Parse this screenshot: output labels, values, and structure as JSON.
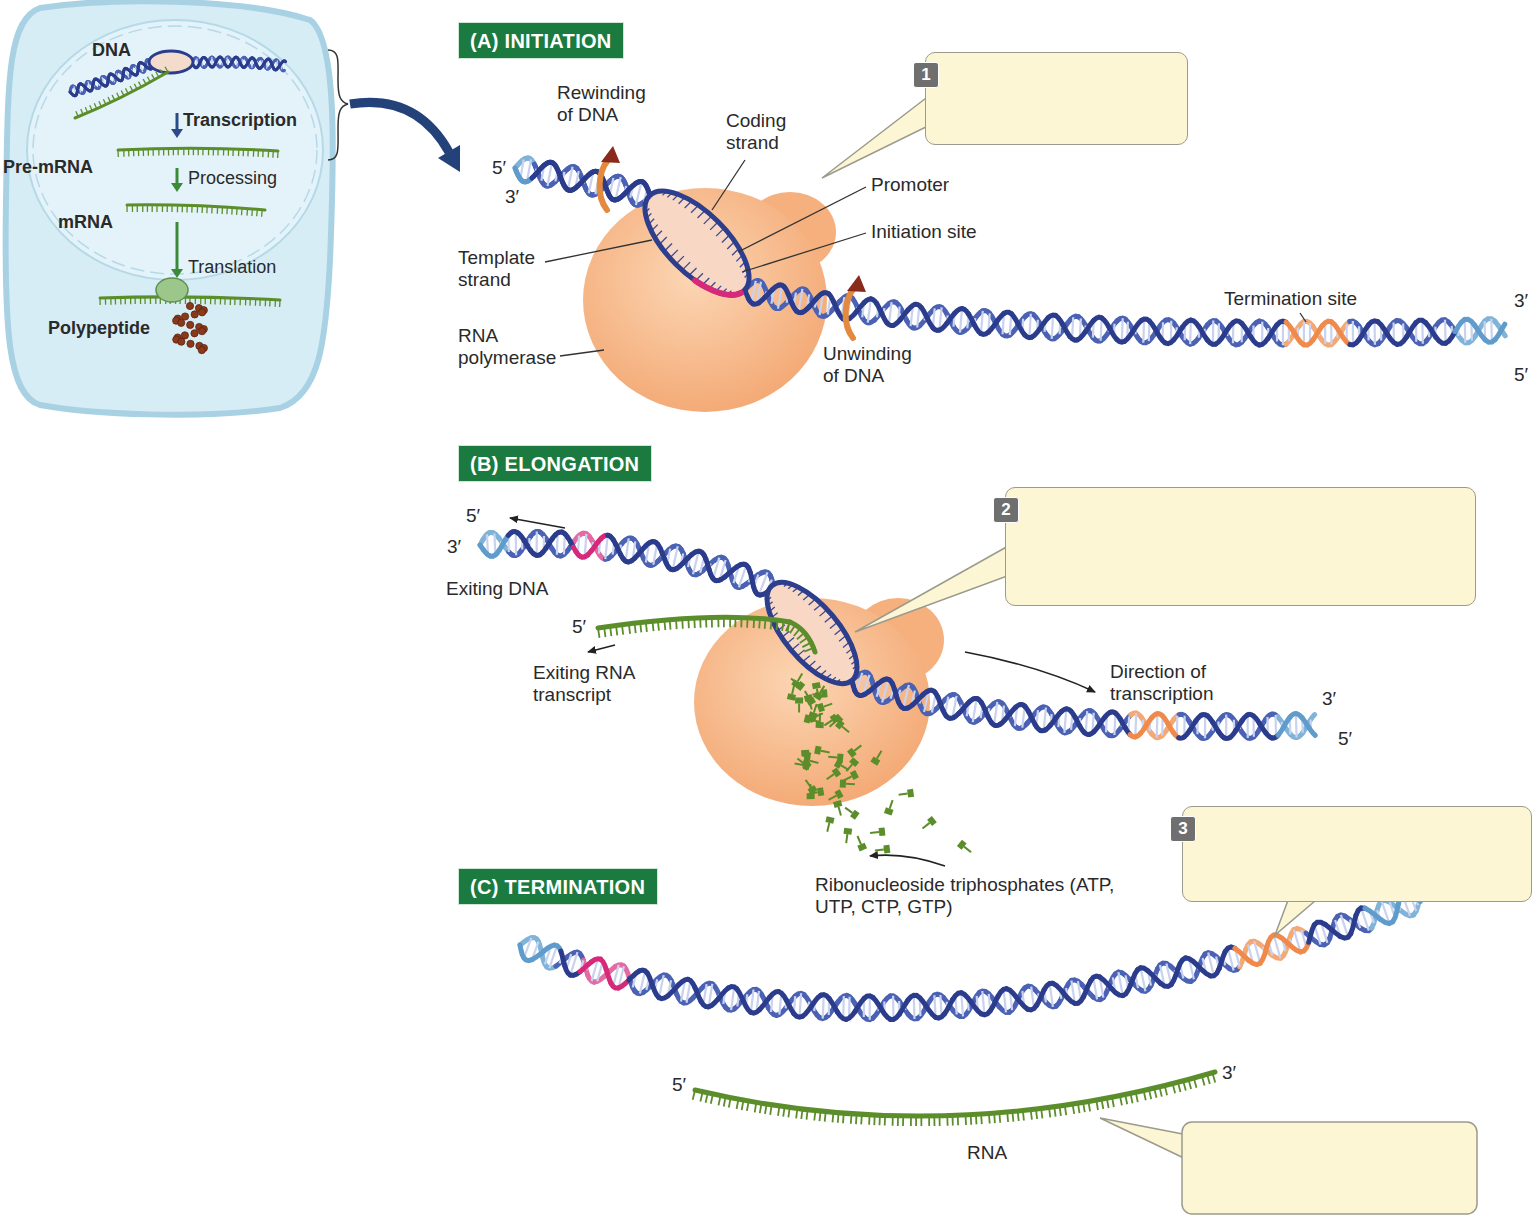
{
  "diagram": {
    "nodes": [
      {
        "text": [
          "(A) INITIATION"
        ]
      },
      {
        "text": [
          "1"
        ]
      },
      {
        "text": [
          "(B) ELONGATION"
        ]
      },
      {
        "text": [
          "2"
        ]
      },
      {
        "text": [
          "3"
        ]
      },
      {
        "text": [
          "(C) TERMINATION"
        ]
      }
    ],
    "labels": [
      "DNA",
      "Transcription",
      "Pre-mRNA",
      "Processing",
      "mRNA",
      "Translation",
      "Polypeptide",
      "Rewinding of DNA",
      "Coding strand",
      "Promoter",
      "Initiation site",
      "Template strand",
      "RNA polymerase",
      "Unwinding of DNA",
      "Termination site",
      "5′",
      "3′",
      "3′",
      "5′",
      "5′",
      "3′",
      "Exiting DNA",
      "5′",
      "Exiting RNA transcript",
      "Direction of transcription",
      "3′",
      "5′",
      "Ribonucleoside triphosphates (ATP, UTP, CTP, GTP)",
      "5′",
      "3′",
      "RNA"
    ]
  }
}
